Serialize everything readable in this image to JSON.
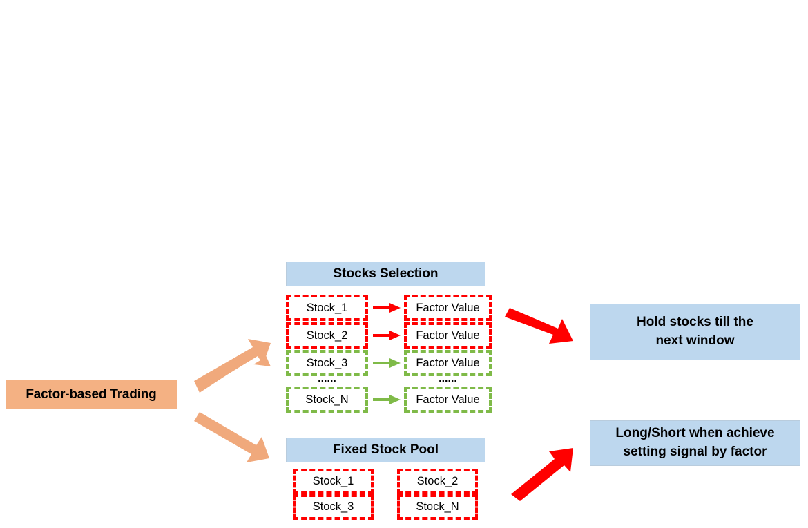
{
  "diagram": {
    "title": "Factor-based Trading",
    "root": {
      "label": "Factor-based Trading"
    },
    "branches": [
      {
        "id": "stocks-selection",
        "header": "Stocks Selection",
        "rows": [
          {
            "stock": "Stock_1",
            "factor": "Factor Value",
            "color": "#FF0000"
          },
          {
            "stock": "Stock_2",
            "factor": "Factor Value",
            "color": "#FF0000"
          },
          {
            "stock": "Stock_3",
            "factor": "Factor Value",
            "color": "#7FBA48"
          },
          {
            "stock": "......",
            "factor": "......",
            "color": "none"
          },
          {
            "stock": "Stock_N",
            "factor": "Factor Value",
            "color": "#7FBA48"
          }
        ],
        "outcome": "Hold stocks till the next window"
      },
      {
        "id": "fixed-stock-pool",
        "header": "Fixed Stock Pool",
        "pool": [
          "Stock_1",
          "Stock_2",
          "Stock_3",
          "Stock_N"
        ],
        "outcome": "Long/Short when achieve setting signal by factor"
      }
    ],
    "outcomes": {
      "hold": {
        "line1": "Hold stocks till the",
        "line2": "next window"
      },
      "longshort": {
        "line1": "Long/Short when achieve",
        "line2": "setting signal by factor"
      }
    },
    "ellipsis": "......",
    "colors": {
      "orange_fill": "#F4B183",
      "blue_fill": "#BDD7EE",
      "red_dash": "#FF0000",
      "green_dash": "#7FBA48",
      "orange_arrow": "#F0A97C",
      "red_arrow": "#FF0000",
      "text": "#000000"
    }
  }
}
